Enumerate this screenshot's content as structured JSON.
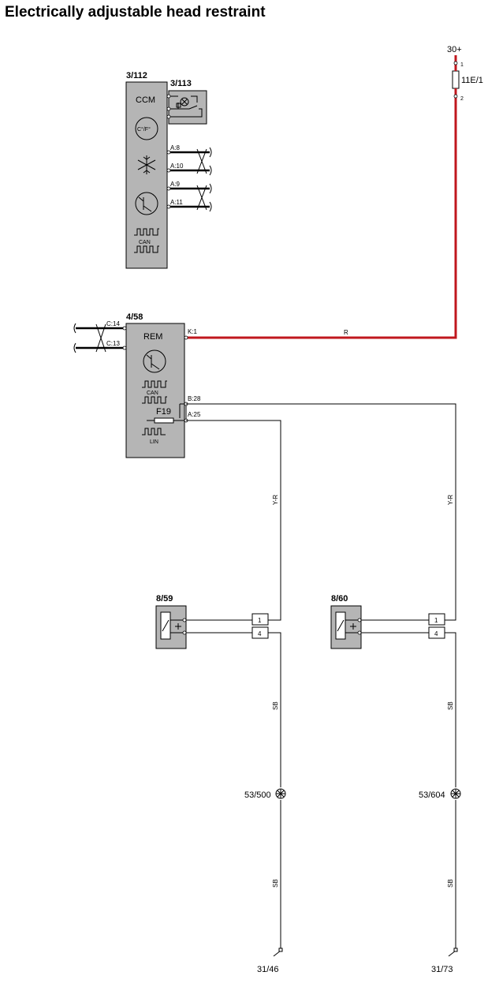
{
  "title": "Electrically adjustable head restraint",
  "supply": {
    "label": "30+",
    "fuse": "11E/1",
    "pin1": "1",
    "pin2": "2"
  },
  "ccm": {
    "ref": "3/112",
    "name": "CCM",
    "temp_label": "C°/F°",
    "can_label": "CAN",
    "pins": [
      "A:8",
      "A:10",
      "A:9",
      "A:11"
    ]
  },
  "switch_module": {
    "ref": "3/113"
  },
  "rem": {
    "ref": "4/58",
    "name": "REM",
    "can_label": "CAN",
    "fuse": "F19",
    "lin_label": "LIN",
    "pin_k1": "K:1",
    "pin_b28": "B:28",
    "pin_a25": "A:25",
    "pin_c14": "C:14",
    "pin_c13": "C:13"
  },
  "wires": {
    "red": "R",
    "yr": "Y-R",
    "sb": "SB"
  },
  "left_motor": {
    "ref": "8/59",
    "pin1": "1",
    "pin4": "4",
    "splice": "53/500",
    "ground": "31/46"
  },
  "right_motor": {
    "ref": "8/60",
    "pin1": "1",
    "pin4": "4",
    "splice": "53/604",
    "ground": "31/73"
  },
  "colors": {
    "module_fill": "#b5b5b5",
    "supply_wire": "#c0171e"
  }
}
